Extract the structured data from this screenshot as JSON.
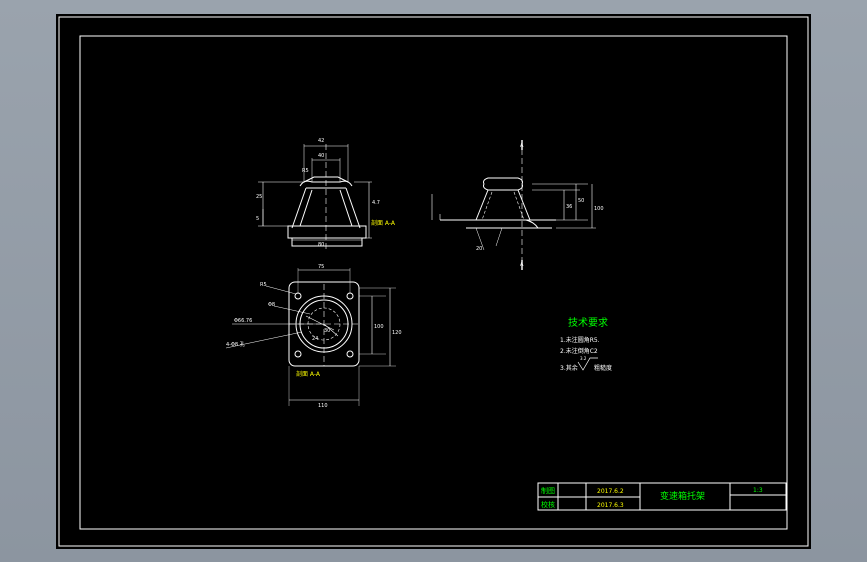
{
  "colors": {
    "background": "#000000",
    "line": "#ffffff",
    "green": "#00ff00",
    "yellow": "#ffff00",
    "chrome": "#9aa3ad"
  },
  "front_view": {
    "dim_top": "42",
    "dim_top2": "40",
    "dim_left": "25",
    "dim_left_small": "5",
    "dim_right": "4.7",
    "dim_r": "R5",
    "dim_bottom": "80",
    "section_label": "剖面 A-A"
  },
  "side_view": {
    "section_mark_top": "A",
    "section_mark_bottom": "A",
    "dim_a": "36",
    "dim_b": "50",
    "dim_c": "100",
    "dim_angle": "20"
  },
  "plan_view": {
    "dim_top": "75",
    "dim_right_inner": "100",
    "dim_right_outer": "120",
    "dim_bottom": "110",
    "leader_1": "R5",
    "leader_2": "Φ8",
    "leader_3": "Φ66.76",
    "leader_4": "4-Φ8 孔",
    "center_1": "30",
    "center_2": "24",
    "section_label": "剖面 A-A"
  },
  "tech_requirements": {
    "title": "技术要求",
    "item_1": "1.未注圆角R5.",
    "item_2": "2.未注倒角C2",
    "item_3_prefix": "3.其余",
    "item_3_roughness": "3.2",
    "item_3_suffix": "粗糙度"
  },
  "title_block": {
    "drawn_label": "制图",
    "checked_label": "校核",
    "drawn_date": "2017.6.2",
    "checked_date": "2017.6.3",
    "part_name": "变速箱托架",
    "scale": "1:3"
  }
}
